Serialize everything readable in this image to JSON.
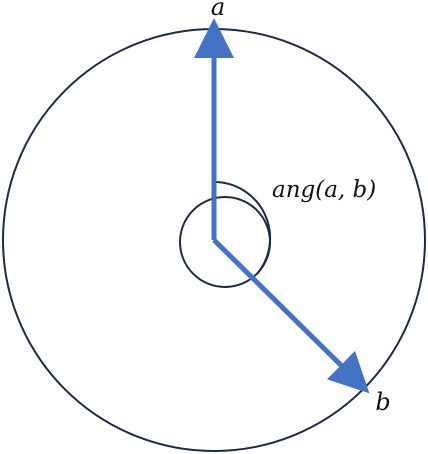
{
  "diagram": {
    "labels": {
      "vector_a": "a",
      "vector_b": "b",
      "angle": "ang(a, b)"
    },
    "colors": {
      "vector": "#4472C4",
      "outline": "#1F2A44",
      "text": "#111111"
    }
  }
}
